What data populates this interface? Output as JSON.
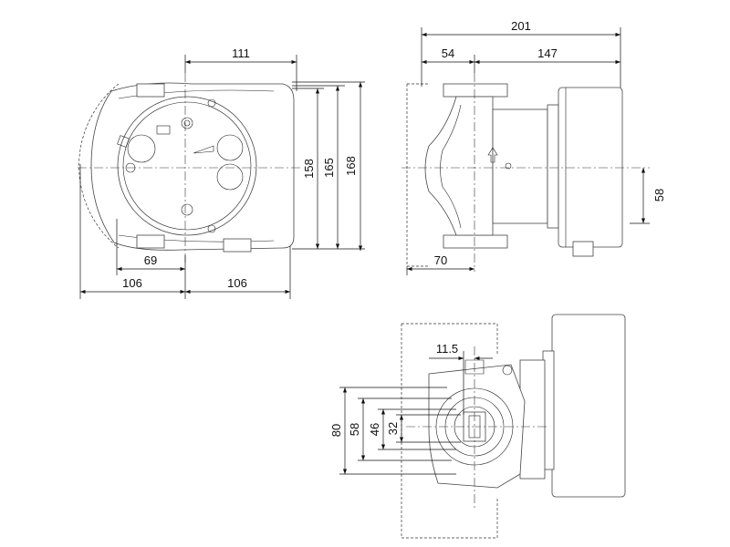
{
  "front_view": {
    "dims": {
      "width_right": "111",
      "height_158": "158",
      "height_165": "165",
      "height_168": "168",
      "offset_69": "69",
      "left_106": "106",
      "right_106": "106"
    }
  },
  "side_view": {
    "dims": {
      "overall": "201",
      "port_54": "54",
      "motor_147": "147",
      "axis_58": "58",
      "port_70": "70"
    }
  },
  "bottom_view": {
    "dims": {
      "offset_11_5": "11.5",
      "d80": "80",
      "d58": "58",
      "d46": "46",
      "d32": "32"
    }
  }
}
